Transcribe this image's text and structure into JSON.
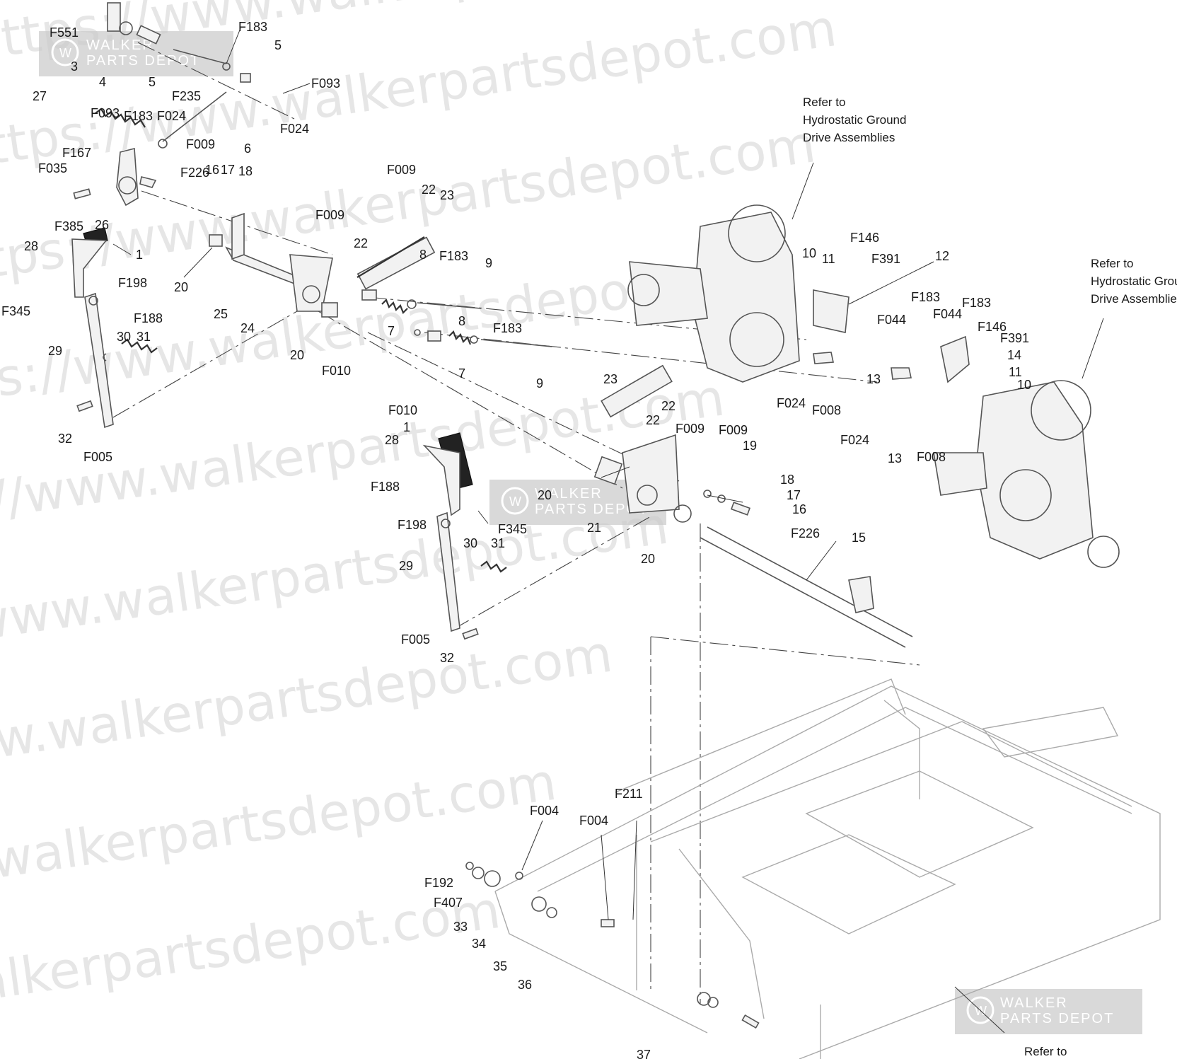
{
  "references": [
    "Refer to\nHydrostatic Ground\nDrive Assemblies",
    "Refer to\nHydrostatic Ground\nDrive Assemblies",
    "Refer to"
  ],
  "watermark": {
    "url_text": "https://www.walkerpartsdepot.com",
    "badge_top": "WALKER",
    "badge_bottom": "PARTS DEPOT"
  },
  "callouts": [
    "F551",
    "3",
    "4",
    "F183",
    "5",
    "F235",
    "5",
    "F093",
    "F024",
    "27",
    "F093",
    "F183",
    "F024",
    "6",
    "F009",
    "F167",
    "F035",
    "F226",
    "16",
    "17",
    "18",
    "F385",
    "26",
    "1",
    "28",
    "F345",
    "F198",
    "F188",
    "20",
    "25",
    "24",
    "F009",
    "20",
    "F010",
    "7",
    "22",
    "F009",
    "22",
    "23",
    "8",
    "F183",
    "9",
    "29",
    "30",
    "31",
    "32",
    "F005",
    "F010",
    "7",
    "8",
    "F183",
    "9",
    "10",
    "11",
    "F146",
    "F391",
    "12",
    "F183",
    "F044",
    "F024",
    "F008",
    "13",
    "F024",
    "13",
    "F044",
    "F183",
    "F146",
    "F391",
    "14",
    "11",
    "10",
    "F008",
    "23",
    "22",
    "22",
    "F009",
    "F009",
    "19",
    "1",
    "28",
    "20",
    "18",
    "17",
    "16",
    "F226",
    "21",
    "20",
    "15",
    "F188",
    "F198",
    "F345",
    "30",
    "31",
    "29",
    "F005",
    "32",
    "F004",
    "F211",
    "F004",
    "F192",
    "F407",
    "33",
    "34",
    "35",
    "36",
    "37"
  ]
}
